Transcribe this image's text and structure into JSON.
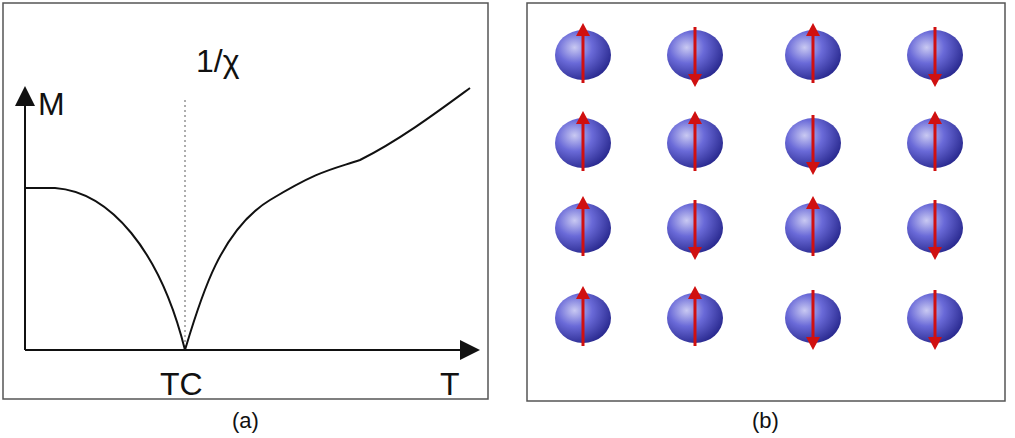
{
  "diagram": {
    "labels": [
      "M",
      "1/χ",
      "TC",
      "T",
      "(a)",
      "(b)"
    ]
  }
}
